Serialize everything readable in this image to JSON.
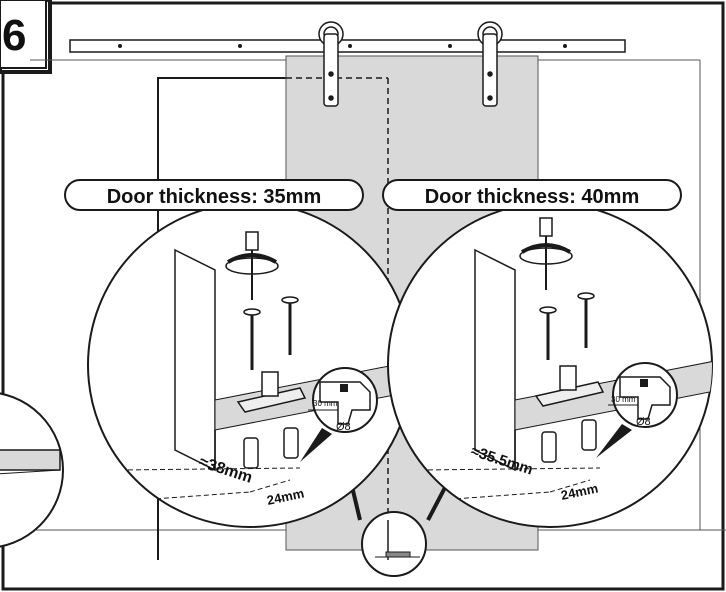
{
  "step": {
    "number": "6"
  },
  "callouts": {
    "left": {
      "title": "Door thickness: 35mm",
      "offset": "≈38mm",
      "spacing": "24mm",
      "drill_depth": "30 mm",
      "drill_bit": "Ø8"
    },
    "right": {
      "title": "Door thickness: 40mm",
      "offset": "≈35.5mm",
      "spacing": "24mm",
      "drill_depth": "30 mm",
      "drill_bit": "Ø8"
    }
  },
  "colors": {
    "door_panel": "#d9d9d9",
    "line": "#1a1a1a",
    "background": "#ffffff"
  }
}
